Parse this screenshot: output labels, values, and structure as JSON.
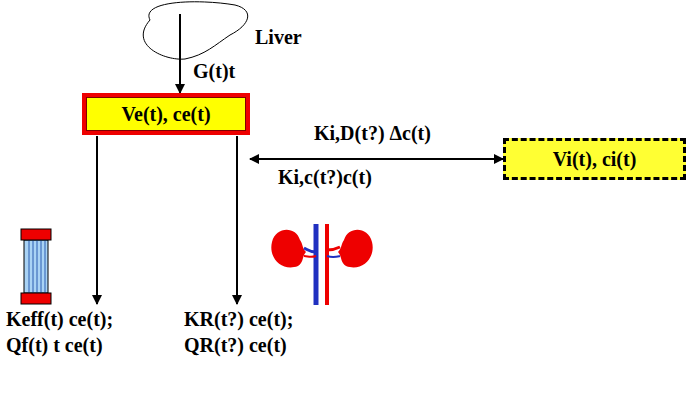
{
  "diagram": {
    "nodes": [
      {
        "text": [
          "Liver"
        ]
      },
      {
        "text": [
          "Ve(t), ce(t)"
        ]
      },
      {
        "text": [
          "Vi(t), ci(t)"
        ]
      }
    ],
    "edges": [
      {
        "from": 0,
        "to": 1,
        "arrow": "to",
        "label": "G(t)t"
      },
      {
        "from": 1,
        "to": 2,
        "arrow": "both",
        "label": "Ki,D(t?) Δc(t)"
      }
    ],
    "labels": [
      "Ki,c(t?)c(t)",
      "Keff(t) ce(t);",
      "Qf(t) t ce(t)",
      "KR(t?) ce(t);",
      "QR(t?) ce(t)"
    ]
  }
}
